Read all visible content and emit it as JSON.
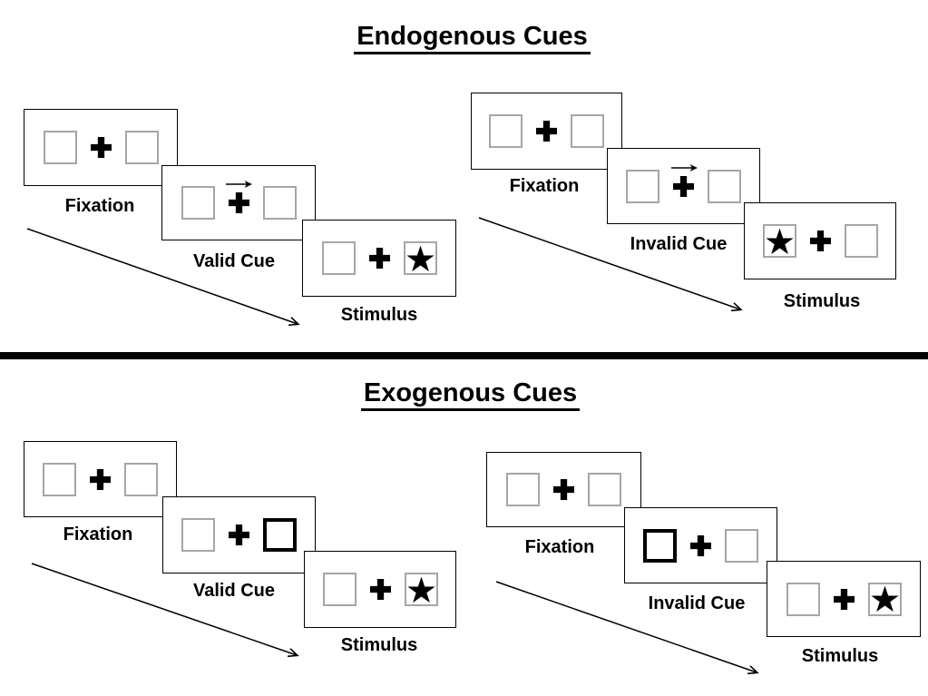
{
  "figure": {
    "background": "#ffffff",
    "divider_color": "#000000"
  },
  "colors": {
    "ink": "#000000",
    "panel_border": "#000000",
    "placeholder_box_border": "#a6a6a6",
    "highlight_box_border": "#000000"
  },
  "icons": {
    "fixation_cross": "plus-icon",
    "endogenous_cue": "right-arrow-icon",
    "target": "star-icon",
    "sequence": "diagonal-timeline-arrow-icon"
  },
  "sections": [
    {
      "title": "Endogenous Cues",
      "groups": [
        {
          "name": "valid-trial",
          "panels": [
            {
              "label": "Fixation",
              "left_box": "empty",
              "right_box": "empty",
              "cue_arrow": false
            },
            {
              "label": "Valid Cue",
              "left_box": "empty",
              "right_box": "empty",
              "cue_arrow": true
            },
            {
              "label": "Stimulus",
              "left_box": "empty",
              "right_box": "star",
              "cue_arrow": false
            }
          ]
        },
        {
          "name": "invalid-trial",
          "panels": [
            {
              "label": "Fixation",
              "left_box": "empty",
              "right_box": "empty",
              "cue_arrow": false
            },
            {
              "label": "Invalid Cue",
              "left_box": "empty",
              "right_box": "empty",
              "cue_arrow": true
            },
            {
              "label": "Stimulus",
              "left_box": "star",
              "right_box": "empty",
              "cue_arrow": false
            }
          ]
        }
      ]
    },
    {
      "title": "Exogenous Cues",
      "groups": [
        {
          "name": "valid-trial",
          "panels": [
            {
              "label": "Fixation",
              "left_box": "empty",
              "right_box": "empty",
              "cue_arrow": false
            },
            {
              "label": "Valid Cue",
              "left_box": "empty",
              "right_box": "highlight",
              "cue_arrow": false
            },
            {
              "label": "Stimulus",
              "left_box": "empty",
              "right_box": "star",
              "cue_arrow": false
            }
          ]
        },
        {
          "name": "invalid-trial",
          "panels": [
            {
              "label": "Fixation",
              "left_box": "empty",
              "right_box": "empty",
              "cue_arrow": false
            },
            {
              "label": "Invalid Cue",
              "left_box": "highlight",
              "right_box": "empty",
              "cue_arrow": false
            },
            {
              "label": "Stimulus",
              "left_box": "empty",
              "right_box": "star",
              "cue_arrow": false
            }
          ]
        }
      ]
    }
  ]
}
